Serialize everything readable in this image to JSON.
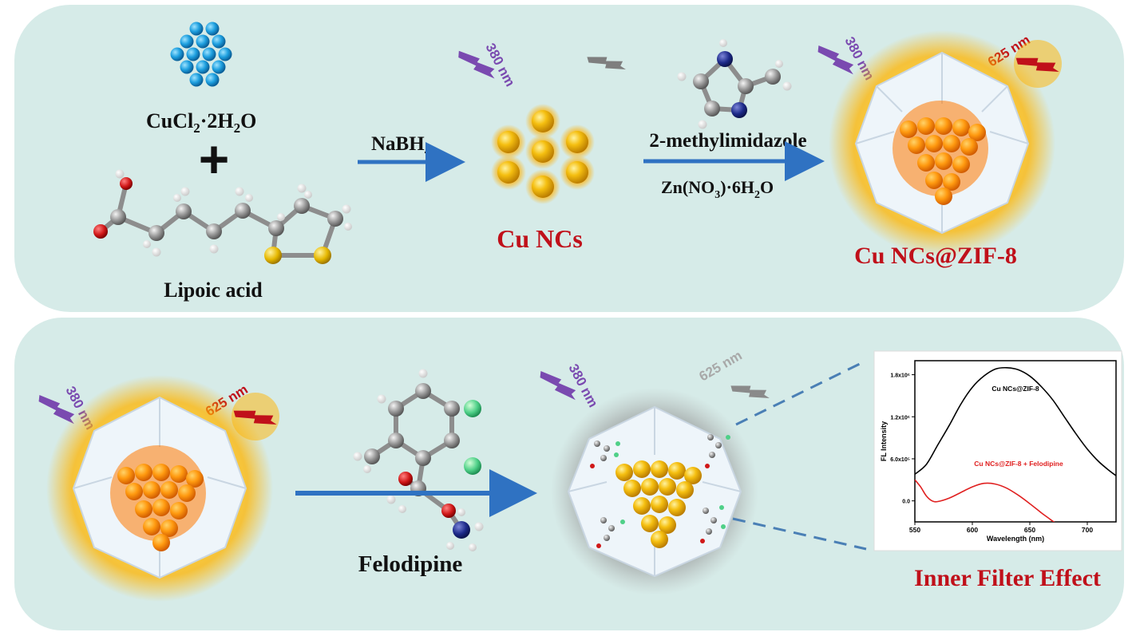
{
  "colors": {
    "panel": "#d6ebe8",
    "arrow": "#2f72c2",
    "uv": "#7a4ab0",
    "red_emission": "#c0101a",
    "gray_emission": "#8a8a8a",
    "cu_gold": "#f2b400",
    "cu_orange": "#ff8a00",
    "chart_black": "#000000",
    "chart_red": "#e02020"
  },
  "labels": {
    "cucl2_main": "CuCl",
    "cucl2_sub": "2",
    "cucl2_rest": "·2H",
    "cucl2_sub2": "2",
    "cucl2_end": "O",
    "plus": "+",
    "lipoic_acid": "Lipoic acid",
    "nabh4_main": "NaBH",
    "nabh4_sub": "4",
    "cu_ncs": "Cu NCs",
    "methylimidazole": "2-methylimidazole",
    "zn_main": "Zn(NO",
    "zn_sub": "3",
    "zn_rest": ")·6H",
    "zn_sub2": "2",
    "zn_end": "O",
    "cu_ncs_zif8": "Cu NCs@ZIF-8",
    "felodipine": "Felodipine",
    "inner_filter_effect": "Inner Filter Effect",
    "nm380": "380 nm",
    "nm625": "625 nm"
  },
  "icons": [
    "lightning-icon",
    "copper-ion-lattice-icon",
    "molecule-ball-stick-icon",
    "nanocluster-icon",
    "zif8-polyhedron-icon"
  ],
  "chart_data": {
    "type": "line",
    "xlabel": "Wavelength (nm)",
    "ylabel": "FL Intensity",
    "xlim": [
      550,
      725
    ],
    "ylim": [
      -300000,
      2000000
    ],
    "xticks": [
      550,
      600,
      650,
      700
    ],
    "ytick_labels": [
      "1.8x10⁶",
      "1.2x10⁶",
      "6.0x10⁵",
      "0.0"
    ],
    "ytick_values": [
      1800000,
      1200000,
      600000,
      0
    ],
    "series": [
      {
        "name": "Cu NCs@ZIF-8",
        "color": "#000000",
        "x": [
          550,
          560,
          570,
          580,
          590,
          600,
          610,
          620,
          630,
          640,
          650,
          660,
          670,
          680,
          690,
          700,
          710,
          720,
          725
        ],
        "y": [
          380000,
          520000,
          800000,
          1080000,
          1380000,
          1620000,
          1780000,
          1880000,
          1900000,
          1870000,
          1780000,
          1630000,
          1440000,
          1200000,
          960000,
          740000,
          560000,
          420000,
          360000
        ]
      },
      {
        "name": "Cu NCs@ZIF-8 + Felodipine",
        "color": "#e02020",
        "x": [
          550,
          555,
          560,
          565,
          570,
          580,
          590,
          600,
          610,
          620,
          630,
          640,
          650,
          660,
          665,
          670,
          673
        ],
        "y": [
          300000,
          200000,
          70000,
          0,
          -10000,
          40000,
          120000,
          200000,
          250000,
          240000,
          180000,
          80000,
          -40000,
          -170000,
          -230000,
          -290000,
          -320000
        ]
      }
    ]
  }
}
